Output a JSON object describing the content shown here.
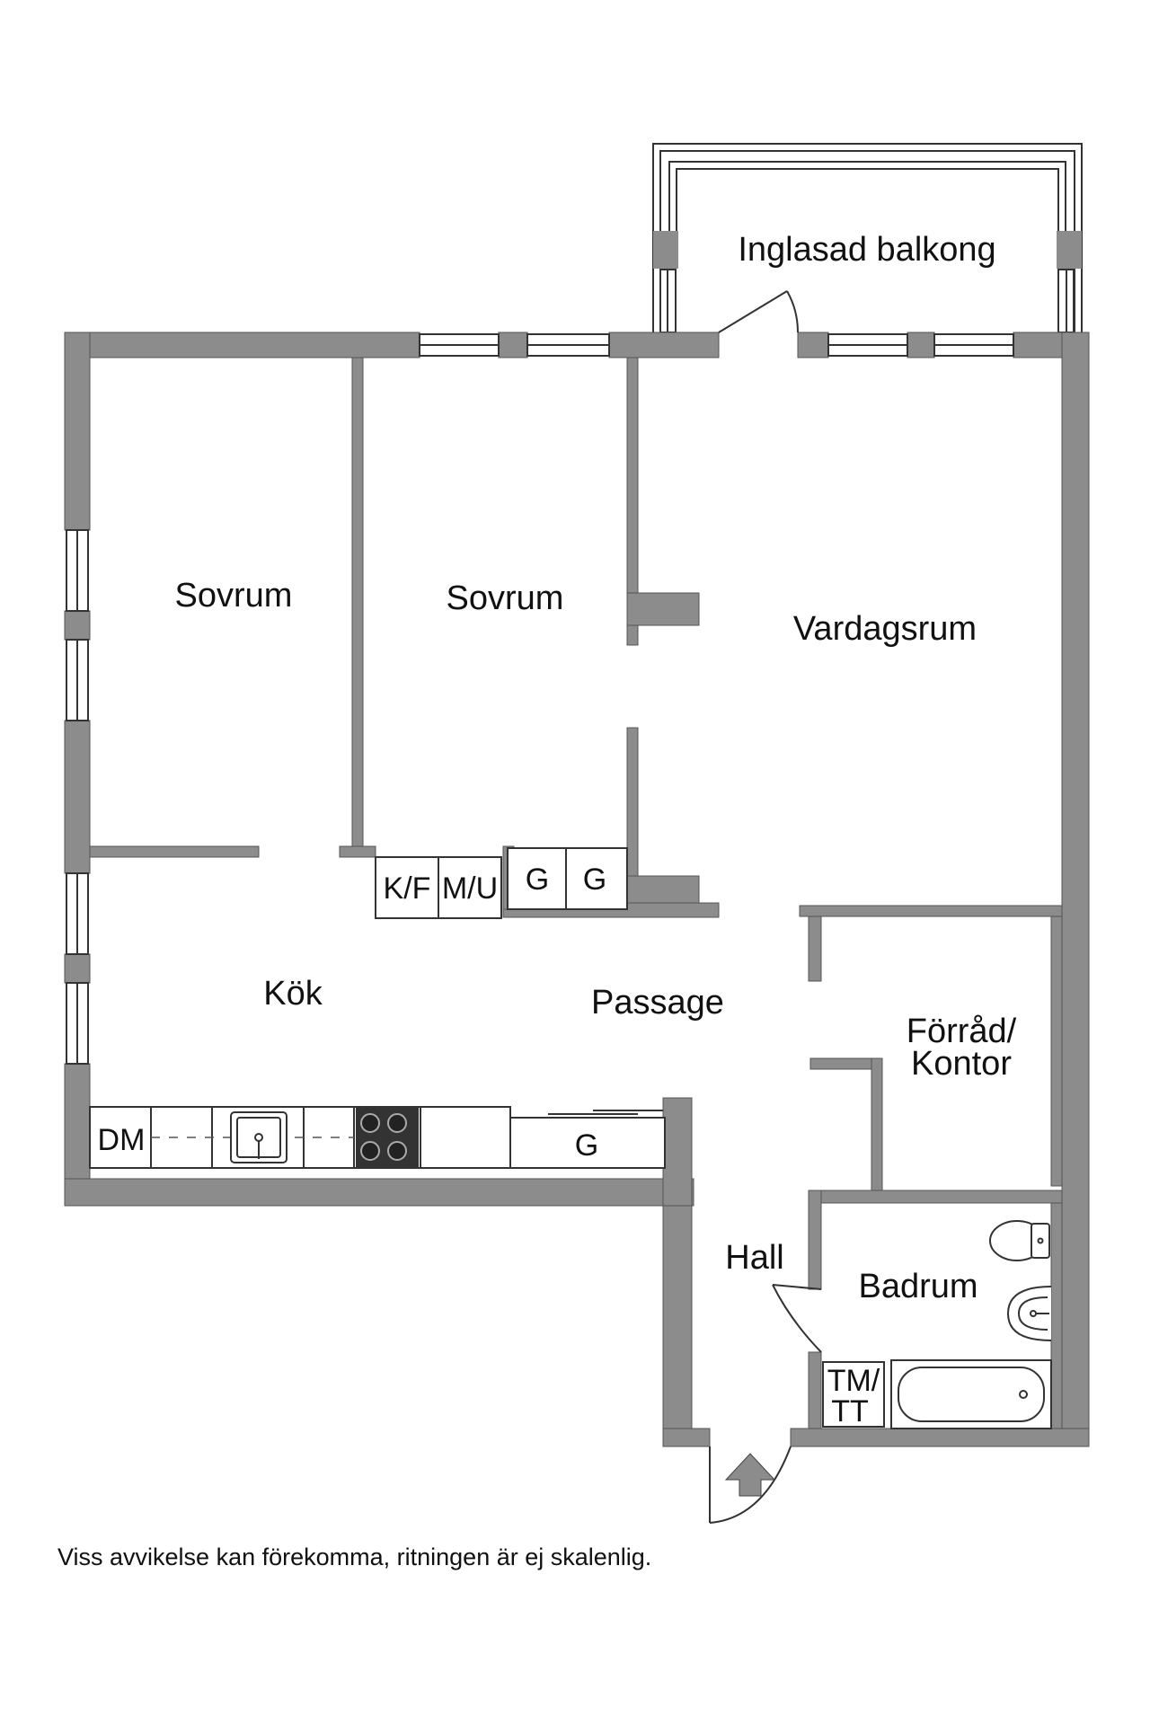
{
  "colors": {
    "wall": "#8c8c8c",
    "line": "#333333",
    "background": "#ffffff",
    "text": "#111111"
  },
  "rooms": {
    "balcony": "Inglasad balkong",
    "bedroom_1": "Sovrum",
    "bedroom_2": "Sovrum",
    "living_room": "Vardagsrum",
    "kitchen": "Kök",
    "passage": "Passage",
    "storage_line1": "Förråd/",
    "storage_line2": "Kontor",
    "hall": "Hall",
    "bathroom": "Badrum"
  },
  "fixtures": {
    "fridge_freezer": "K/F",
    "microwave_oven": "M/U",
    "wardrobe_1": "G",
    "wardrobe_2": "G",
    "wardrobe_3": "G",
    "dishwasher": "DM",
    "washer_dryer_line1": "TM/",
    "washer_dryer_line2": "TT"
  },
  "icons": [
    "entrance-arrow-icon",
    "stove-icon",
    "sink-icon",
    "toilet-icon",
    "washbasin-icon",
    "bathtub-icon"
  ],
  "disclaimer": "Viss avvikelse kan förekomma, ritningen är ej skalenlig."
}
